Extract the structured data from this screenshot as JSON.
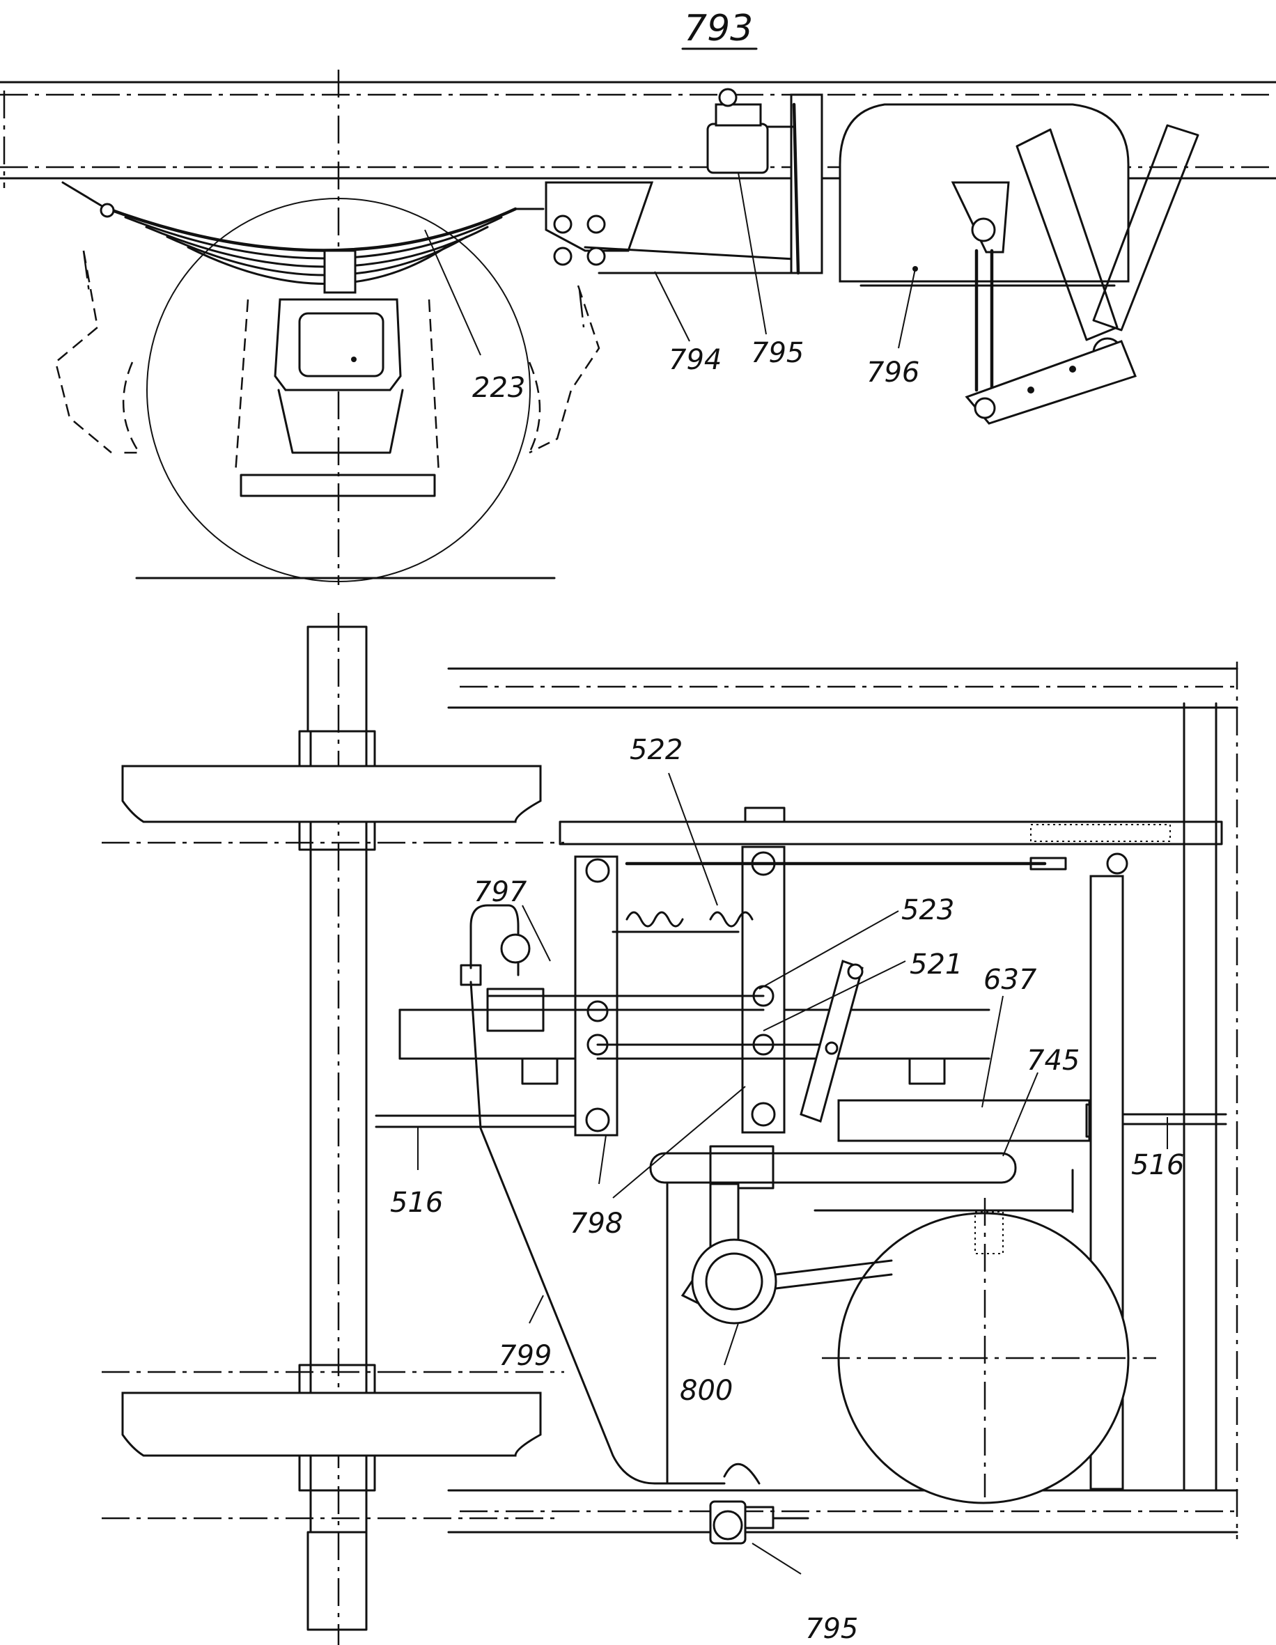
{
  "figure_number": "793",
  "labels": {
    "l223": "223",
    "l794": "794",
    "l795_top": "795",
    "l796": "796",
    "l522": "522",
    "l523": "523",
    "l521": "521",
    "l637": "637",
    "l745": "745",
    "l797": "797",
    "l516_left": "516",
    "l516_right": "516",
    "l798": "798",
    "l799": "799",
    "l800": "800",
    "l795_bottom": "795"
  }
}
